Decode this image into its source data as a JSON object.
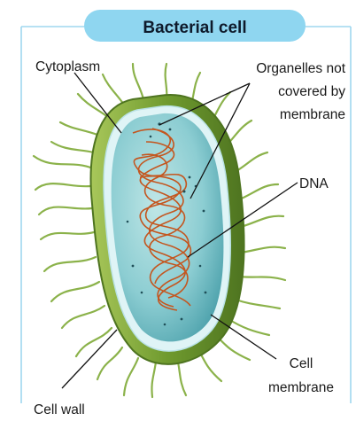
{
  "title": "Bacterial cell",
  "labels": {
    "cytoplasm": "Cytoplasm",
    "organelles_line1": "Organelles not",
    "organelles_line2": "covered by",
    "organelles_line3": "membrane",
    "dna": "DNA",
    "cell_membrane_line1": "Cell",
    "cell_membrane_line2": "membrane",
    "cell_wall": "Cell wall"
  },
  "colors": {
    "title_banner": "#8fd6f0",
    "frame_border": "#9fd7ef",
    "cell_wall": "#6f9a2e",
    "cytoplasm": "#9ad3d6",
    "membrane": "#dff4f6",
    "dna": "#c4561f",
    "hairs": "#8bb24a"
  }
}
